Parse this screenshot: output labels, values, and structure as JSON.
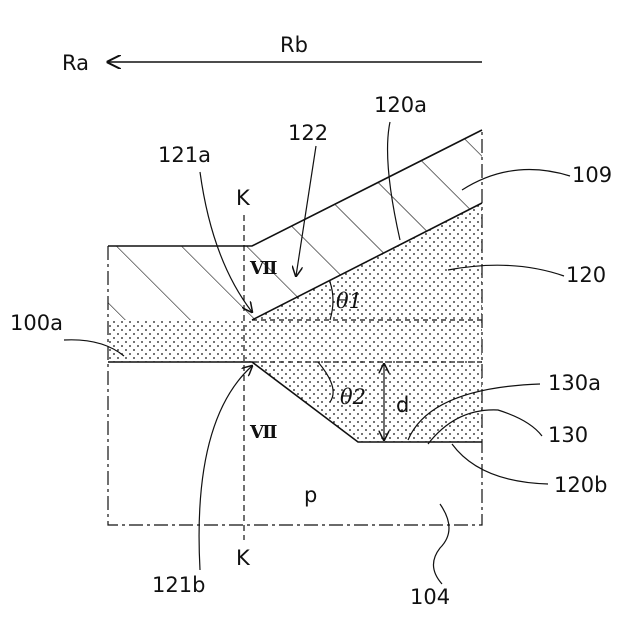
{
  "direction": {
    "left_label": "Ra",
    "right_label": "Rb"
  },
  "labels": {
    "l120a": "120a",
    "l122": "122",
    "l121a": "121a",
    "l109": "109",
    "lK_top": "K",
    "lK_bottom": "K",
    "lVII_top": "Ⅶ",
    "lVII_bottom": "Ⅶ",
    "l120": "120",
    "l100a": "100a",
    "ltheta1": "θ1",
    "ltheta2": "θ2",
    "ld": "d",
    "l130a": "130a",
    "l130": "130",
    "l120b": "120b",
    "lp": "p",
    "l121b": "121b",
    "l104": "104"
  },
  "colors": {
    "line": "#111111",
    "background": "#ffffff"
  }
}
